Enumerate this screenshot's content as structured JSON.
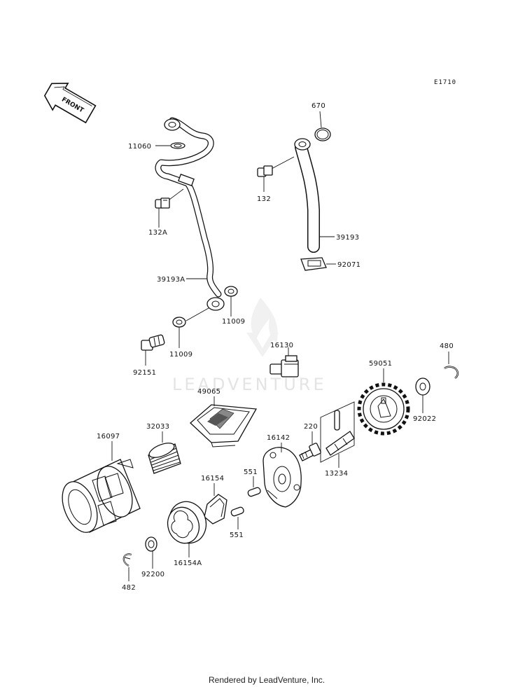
{
  "diagram_code": "E1710",
  "front_arrow_text": "FRONT",
  "watermark": "LEADVENTURE",
  "footer": "Rendered by LeadVenture, Inc.",
  "parts": {
    "p670": "670",
    "p11060": "11060",
    "p132": "132",
    "p132A": "132A",
    "p39193": "39193",
    "p92071": "92071",
    "p39193A": "39193A",
    "p11009a": "11009",
    "p11009b": "11009",
    "p92151": "92151",
    "p16130": "16130",
    "p480": "480",
    "p59051": "59051",
    "p49065": "49065",
    "p92022": "92022",
    "p16097": "16097",
    "p32033": "32033",
    "p220": "220",
    "p16142": "16142",
    "p13234": "13234",
    "p551a": "551",
    "p16154": "16154",
    "p551b": "551",
    "p92200": "92200",
    "p16154A": "16154A",
    "p482": "482"
  }
}
